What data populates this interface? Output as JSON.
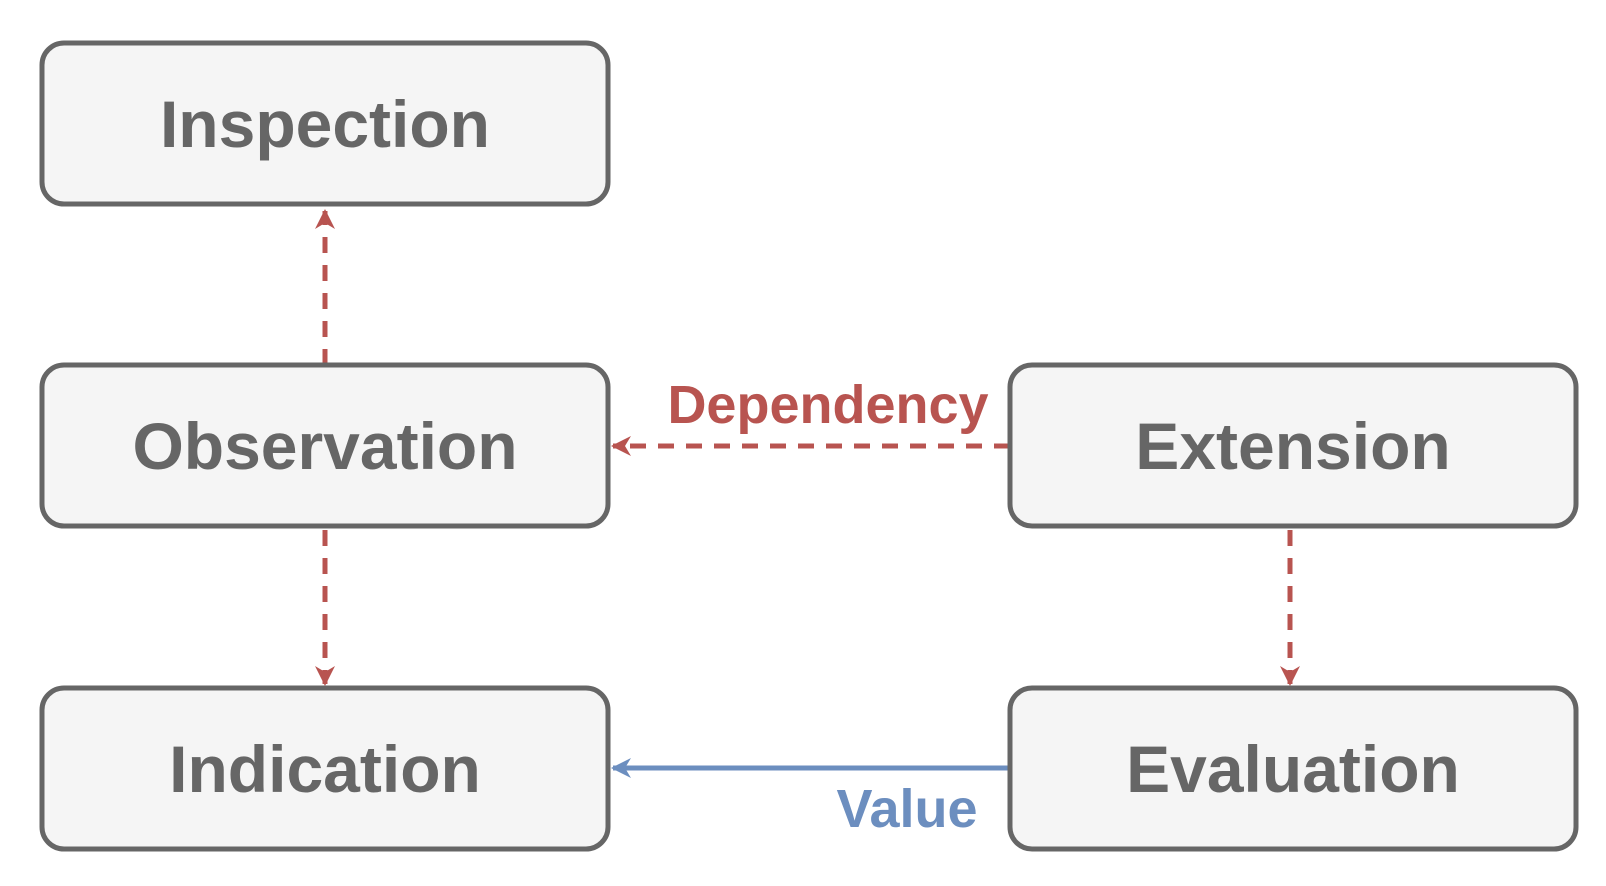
{
  "colors": {
    "node_fill": "#f5f5f5",
    "node_stroke": "#666666",
    "node_text": "#666666",
    "dependency": "#b85450",
    "value": "#6c8ebf"
  },
  "nodes": {
    "inspection": "Inspection",
    "observation": "Observation",
    "indication": "Indication",
    "extension": "Extension",
    "evaluation": "Evaluation"
  },
  "edges": [
    {
      "from": "observation",
      "to": "inspection",
      "style": "dashed",
      "color": "dependency",
      "label": ""
    },
    {
      "from": "observation",
      "to": "indication",
      "style": "dashed",
      "color": "dependency",
      "label": ""
    },
    {
      "from": "extension",
      "to": "observation",
      "style": "dashed",
      "color": "dependency",
      "label": "Dependency"
    },
    {
      "from": "extension",
      "to": "evaluation",
      "style": "dashed",
      "color": "dependency",
      "label": ""
    },
    {
      "from": "evaluation",
      "to": "indication",
      "style": "solid",
      "color": "value",
      "label": "Value"
    }
  ],
  "labels": {
    "dependency": "Dependency",
    "value": "Value"
  }
}
